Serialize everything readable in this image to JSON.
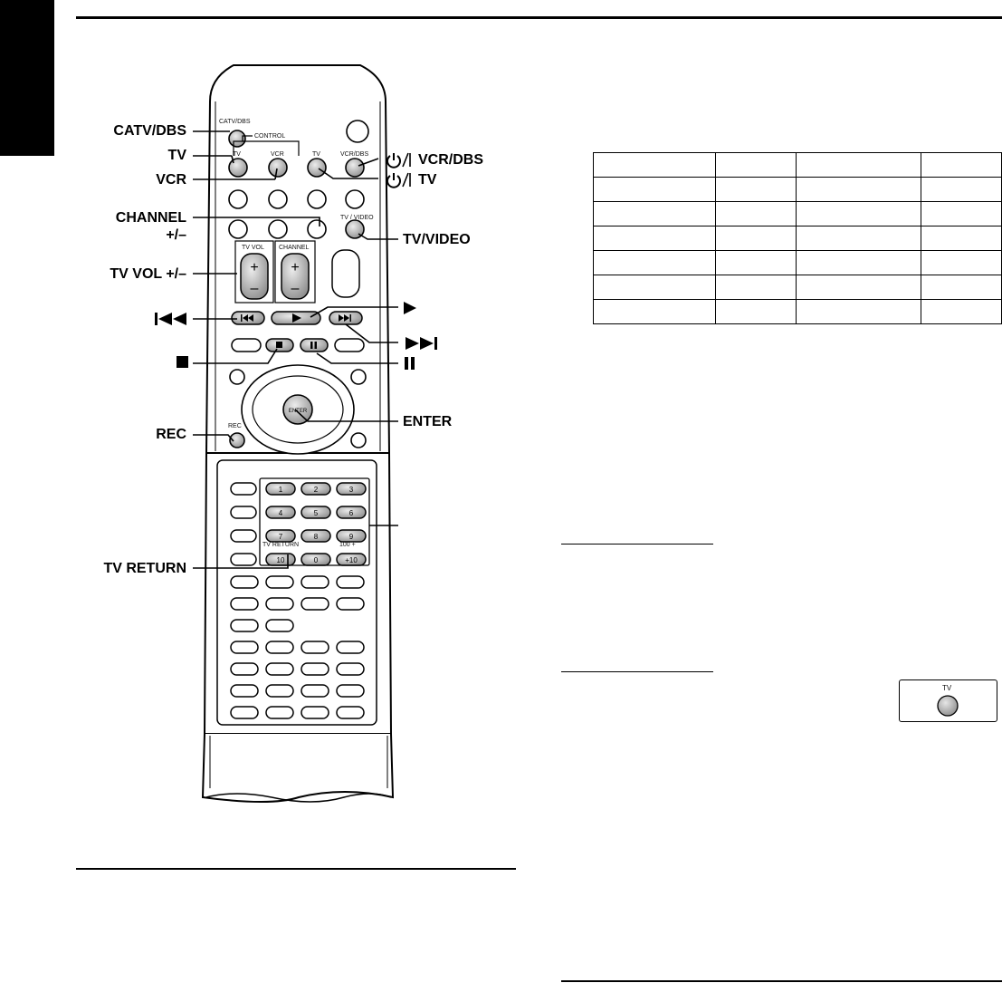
{
  "labels": {
    "catv_dbs": "CATV/DBS",
    "tv": "TV",
    "vcr": "VCR",
    "channel": "CHANNEL",
    "plus_minus": "+/–",
    "tv_vol": "TV VOL +/–",
    "rec": "REC",
    "tv_return": "TV RETURN",
    "power_vcr_dbs": "VCR/DBS",
    "power_tv": "TV",
    "tv_video": "TV/VIDEO",
    "enter": "ENTER"
  },
  "remote_printed": {
    "catv_dbs": "CATV/DBS",
    "control": "CONTROL",
    "tv": "TV",
    "vcr": "VCR",
    "tv_power": "TV",
    "vcr_dbs_power": "VCR/DBS",
    "tv_video": "TV / VIDEO",
    "tv_vol": "TV VOL",
    "channel": "CHANNEL",
    "rec": "REC",
    "enter": "ENTER",
    "tv_return": "TV RETURN",
    "hundred_plus": "100 +",
    "keypad": [
      "1",
      "2",
      "3",
      "4",
      "5",
      "6",
      "7",
      "8",
      "9",
      "10",
      "0",
      "+10"
    ],
    "tv_button_label": "TV"
  },
  "table": {
    "rows": 7,
    "cols": 4
  }
}
